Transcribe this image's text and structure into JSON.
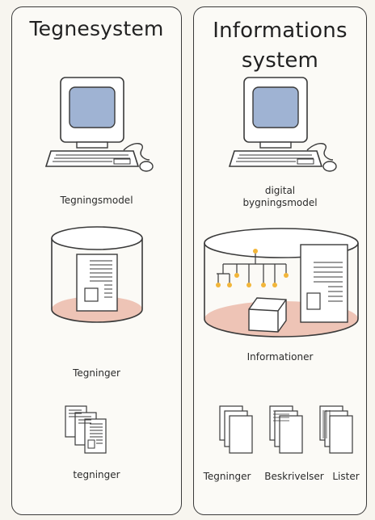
{
  "left": {
    "title": "Tegnesystem",
    "computer_label": "Tegningsmodel",
    "container_label": "Tegninger",
    "documents_label": "tegninger"
  },
  "right": {
    "title_line1": "Informations",
    "title_line2": "system",
    "computer_label_line1": "digital",
    "computer_label_line2": "bygningsmodel",
    "container_label": "Informationer",
    "doc_labels": [
      "Tegninger",
      "Beskrivelser",
      "Lister"
    ]
  },
  "colors": {
    "screen": "#9fb3d3",
    "floor": "#eec4b6",
    "nodes": "#f2b63a",
    "line": "#3a3a3a"
  }
}
